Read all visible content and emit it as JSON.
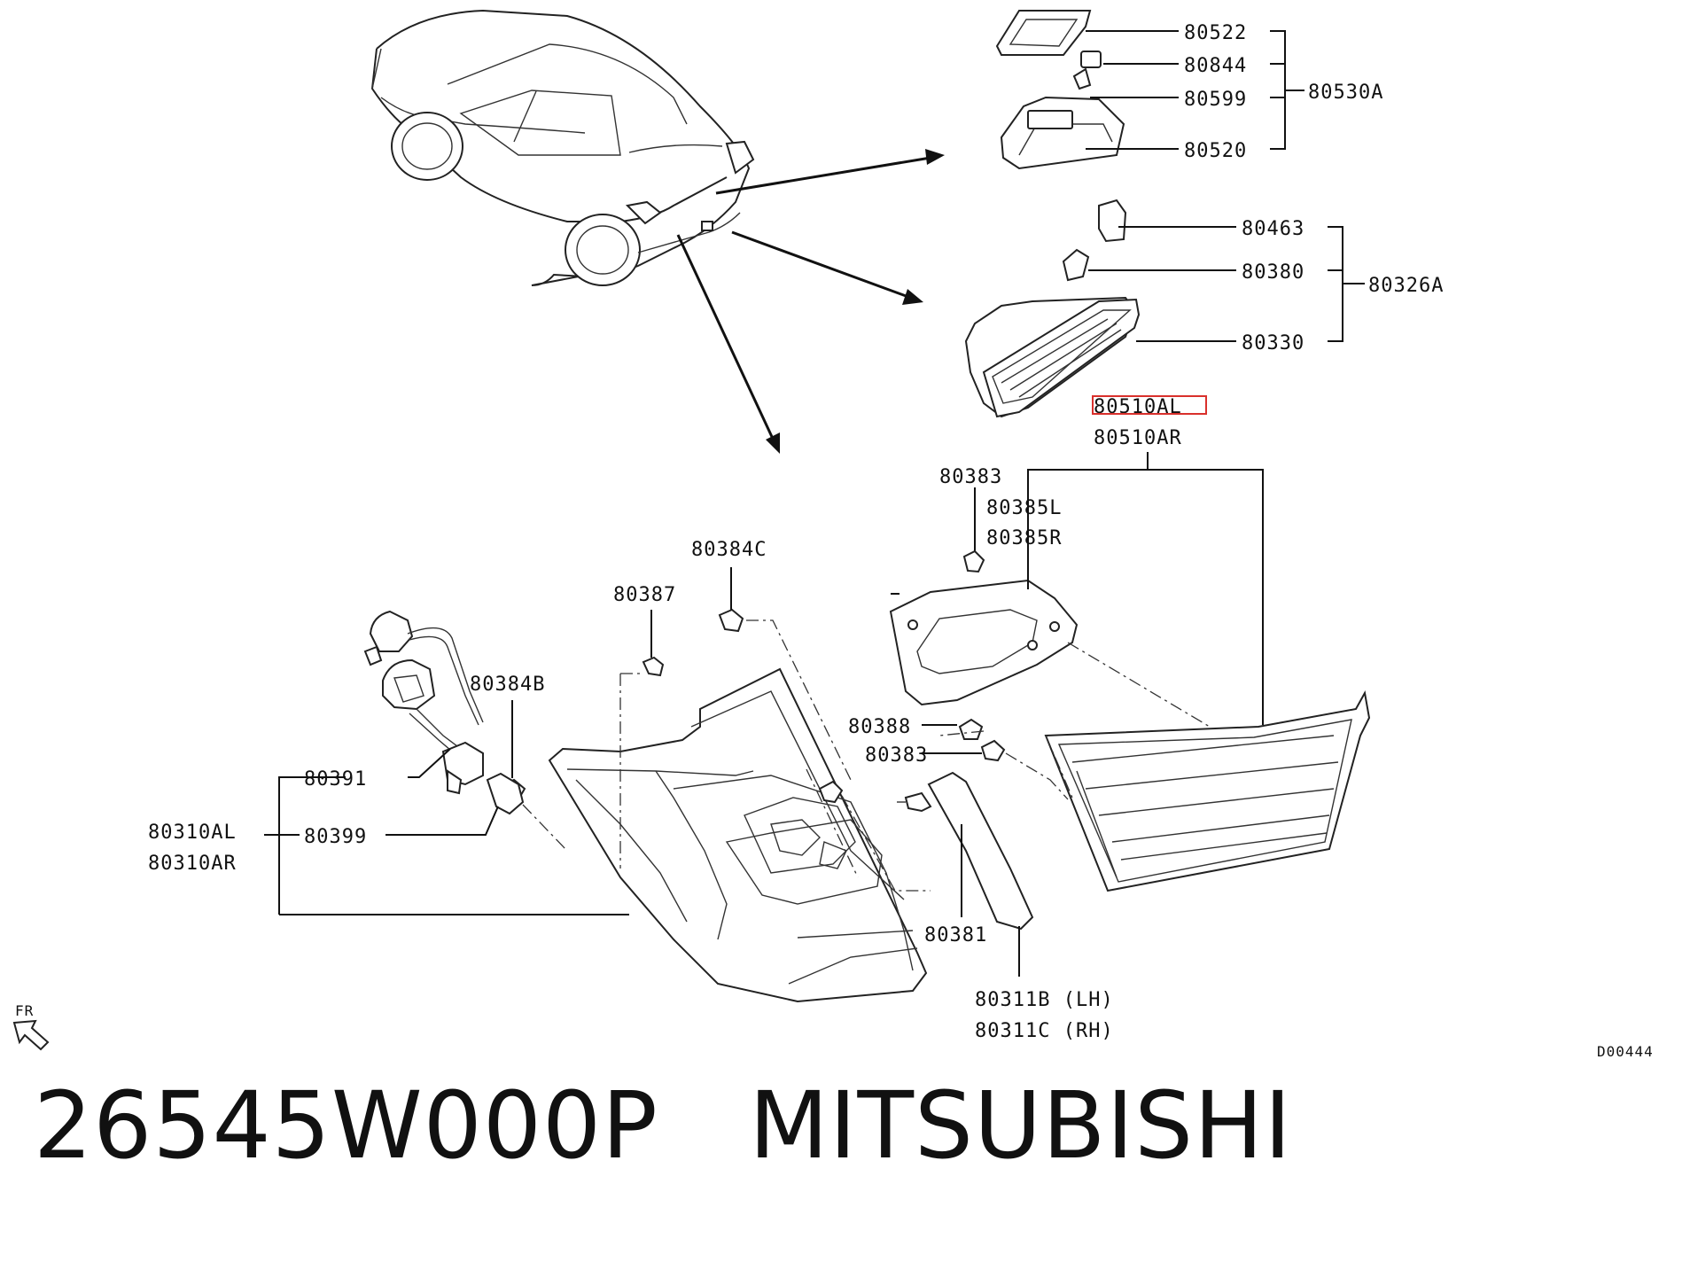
{
  "labels": {
    "l80522": "80522",
    "l80844": "80844",
    "l80599": "80599",
    "l80520": "80520",
    "l80530A": "80530A",
    "l80463": "80463",
    "l80380": "80380",
    "l80330": "80330",
    "l80326A": "80326A",
    "l80510AL": "80510AL",
    "l80510AR": "80510AR",
    "l80383a": "80383",
    "l80385L": "80385L",
    "l80385R": "80385R",
    "l80384C": "80384C",
    "l80387": "80387",
    "l80384B": "80384B",
    "l80388": "80388",
    "l80383b": "80383",
    "l80391": "80391",
    "l80310AL": "80310AL",
    "l80399": "80399",
    "l80310AR": "80310AR",
    "l80381": "80381",
    "l80311B": "80311B (LH)",
    "l80311C": "80311C (RH)",
    "fr": "FR",
    "code": "D00444"
  },
  "footer": {
    "part_number": "26545W000P",
    "brand": "MITSUBISHI"
  },
  "highlight_color": "#d9302c"
}
